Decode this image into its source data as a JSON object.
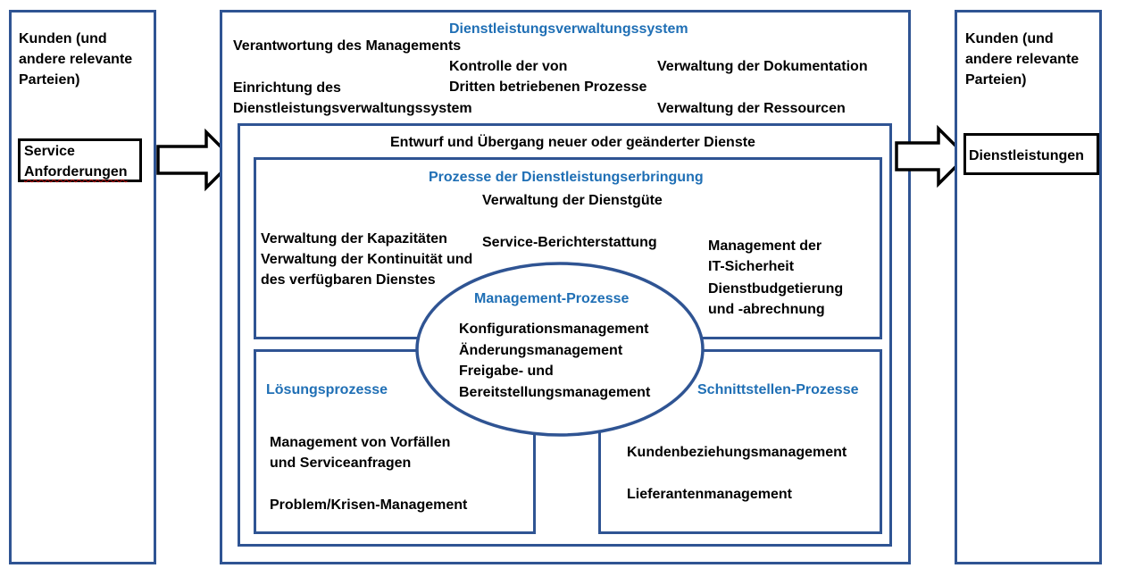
{
  "left_panel": {
    "title_lines": [
      "Kunden (und",
      "andere relevante",
      "Parteien)"
    ],
    "input_box_lines": [
      "Service",
      "Anforderungen"
    ]
  },
  "right_panel": {
    "title_lines": [
      "Kunden (und",
      "andere relevante",
      "Parteien)"
    ],
    "output_box": "Dienstleistungen"
  },
  "sms": {
    "title": "Dienstleistungsverwaltungssystem",
    "management_responsibility": "Verantwortung des Managements",
    "third_party_lines": [
      "Kontrolle der von",
      "Dritten betriebenen Prozesse"
    ],
    "documentation": "Verwaltung der Dokumentation",
    "establishment_lines": [
      "Einrichtung des",
      "Dienstleistungsverwaltungssystem"
    ],
    "resources": "Verwaltung der Ressourcen"
  },
  "design_transition": {
    "title": "Entwurf und Übergang neuer oder geänderter Dienste"
  },
  "delivery": {
    "title": "Prozesse der Dienstleistungserbringung",
    "service_level": "Verwaltung der Dienstgüte",
    "capacity": "Verwaltung der Kapazitäten",
    "continuity_lines": [
      "Verwaltung der Kontinuität und",
      "des verfügbaren Dienstes"
    ],
    "reporting": "Service-Berichterstattung",
    "security_lines": [
      "Management der",
      "IT-Sicherheit"
    ],
    "budget_lines": [
      "Dienstbudgetierung",
      "und -abrechnung"
    ]
  },
  "management_processes": {
    "title": "Management-Prozesse",
    "items": [
      "Konfigurationsmanagement",
      "Änderungsmanagement",
      "Freigabe- und",
      "Bereitstellungsmanagement"
    ]
  },
  "resolution": {
    "title": "Lösungsprozesse",
    "incident_lines": [
      "Management von Vorfällen",
      "und Serviceanfragen"
    ],
    "problem": "Problem/Krisen-Management"
  },
  "relationship": {
    "title": "Schnittstellen-Prozesse",
    "business": "Kundenbeziehungsmanagement",
    "supplier": "Lieferantenmanagement"
  },
  "colors": {
    "border": "#2f5493",
    "heading": "#1f6fb5",
    "text": "#000000"
  }
}
